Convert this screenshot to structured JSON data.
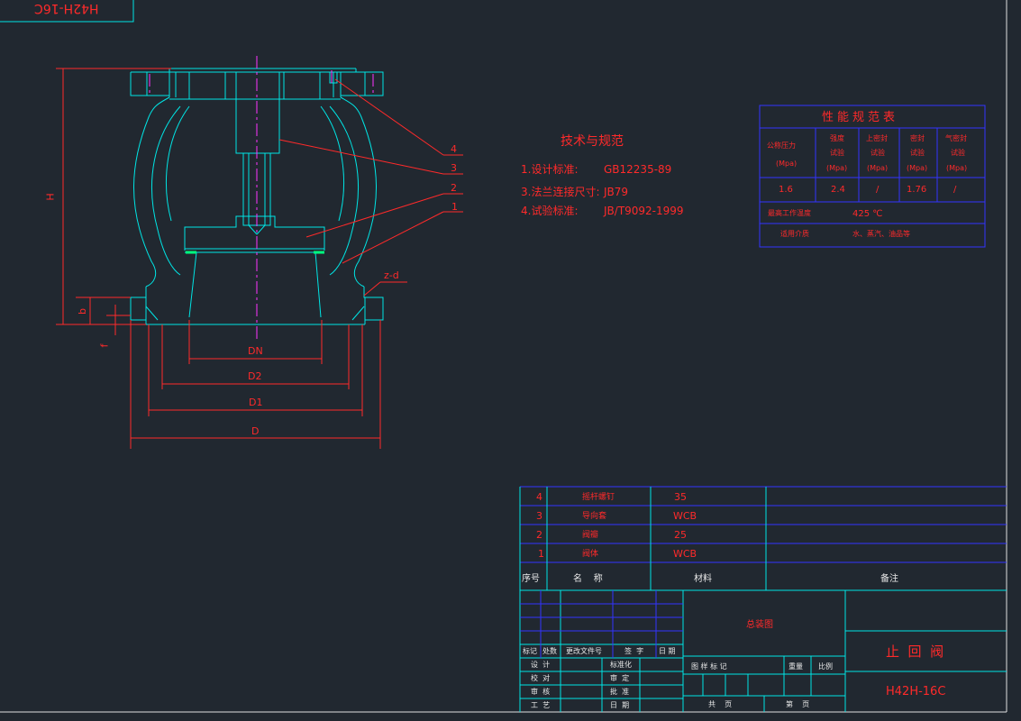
{
  "title_stamp": "H42H-16C",
  "tech": {
    "heading": "技术与规范",
    "lines": [
      {
        "label": "1.设计标准:",
        "value": "GB12235-89"
      },
      {
        "label": "3.法兰连接尺寸:",
        "value": "JB79"
      },
      {
        "label": "4.试验标准:",
        "value": "JB/T9092-1999"
      }
    ]
  },
  "perf": {
    "title": "性能规范表",
    "headers": [
      [
        "公称压力",
        "(Mpa)"
      ],
      [
        "强度",
        "试验",
        "(Mpa)"
      ],
      [
        "上密封",
        "试验",
        "(Mpa)"
      ],
      [
        "密封",
        "试验",
        "(Mpa)"
      ],
      [
        "气密封",
        "试验",
        "(Mpa)"
      ]
    ],
    "values": [
      "1.6",
      "2.4",
      "/",
      "1.76",
      "/"
    ],
    "max_temp_label": "最高工作温度",
    "max_temp_value": "425 ℃",
    "medium_label": "适用介质",
    "medium_value": "水、蒸汽、油品等"
  },
  "dims": {
    "H": "H",
    "b": "b",
    "f": "f",
    "zd": "z-d",
    "DN": "DN",
    "D2": "D2",
    "D1": "D1",
    "D": "D"
  },
  "callouts": [
    "4",
    "3",
    "2",
    "1"
  ],
  "bom": {
    "rows": [
      {
        "no": "4",
        "name": "摇杆螺钉",
        "material": "35"
      },
      {
        "no": "3",
        "name": "导向套",
        "material": "WCB"
      },
      {
        "no": "2",
        "name": "阀瓣",
        "material": "25"
      },
      {
        "no": "1",
        "name": "阀体",
        "material": "WCB"
      }
    ],
    "header": {
      "no": "序号",
      "name": "名    称",
      "material": "材料",
      "remark": "备注"
    }
  },
  "titleblock": {
    "change_headers": [
      "标记",
      "处数",
      "更改文件号",
      "签  字",
      "日 期"
    ],
    "roles": [
      "设  计",
      "校  对",
      "审  核",
      "工  艺"
    ],
    "roles2": [
      "标准化",
      "审  定",
      "批  准",
      "日  期"
    ],
    "drawing_name": "总装图",
    "mark_labels": [
      "图 样 标 记",
      "重量",
      "比例"
    ],
    "sheet_labels": [
      "共    页",
      "第    页"
    ],
    "product_name": "止  回  阀",
    "drawing_no": "H42H-16C"
  },
  "colors": {
    "bg": "#212830",
    "cyan": "#00e5e5",
    "red": "#ff2a2a",
    "blue": "#3333ff",
    "magenta": "#ff33ff"
  }
}
